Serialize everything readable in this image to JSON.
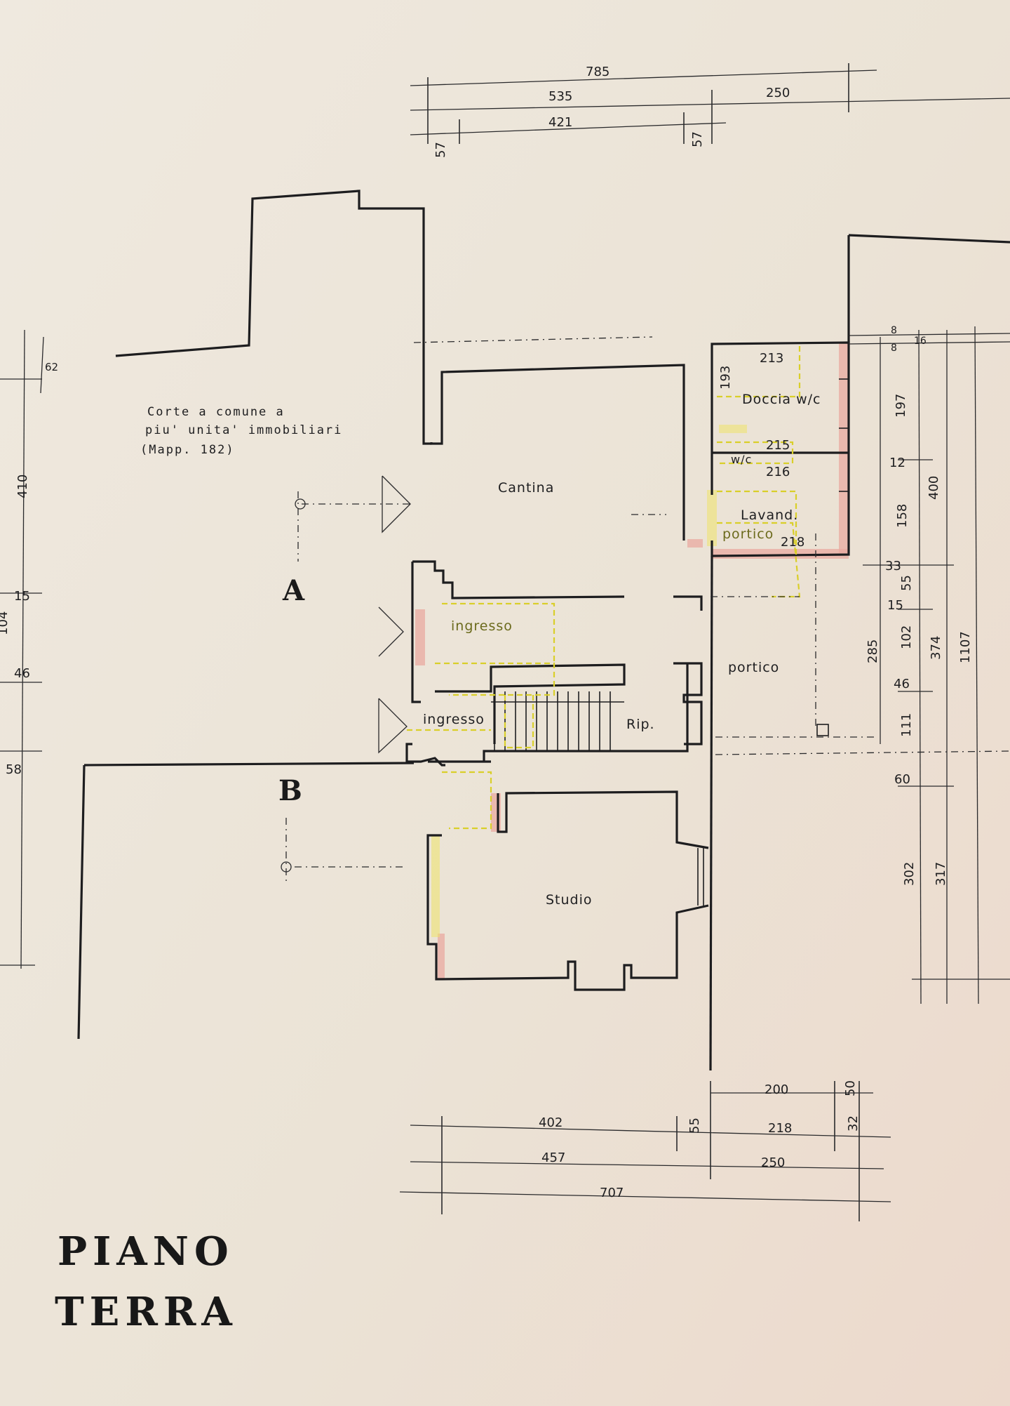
{
  "title": {
    "line1": "PIANO",
    "line2": "TERRA"
  },
  "note": {
    "line1": "Corte a comune a",
    "line2": "piu' unita' immobiliari",
    "line3": "(Mapp. 182)"
  },
  "sections": {
    "a": "A",
    "b": "B"
  },
  "rooms": {
    "cantina": "Cantina",
    "doccia_wc": "Doccia w/c",
    "wc": "w/c",
    "lavand": "Lavand.",
    "portico_small": "portico",
    "ingresso_upper": "ingresso",
    "ingresso_lower": "ingresso",
    "rip": "Rip.",
    "portico": "portico",
    "studio": "Studio"
  },
  "room_dims": {
    "d213": "213",
    "d193": "193",
    "d215": "215",
    "d216": "216",
    "d218": "218"
  },
  "dims_top": {
    "d785": "785",
    "d535": "535",
    "d250": "250",
    "d421": "421",
    "d57a": "57",
    "d57b": "57"
  },
  "dims_left": {
    "d62": "62",
    "d410": "410",
    "d15": "15",
    "d104": "104",
    "d46": "46",
    "d58": "58"
  },
  "dims_right": {
    "d8a": "8",
    "d8b": "8",
    "d16": "16",
    "d197": "197",
    "d12": "12",
    "d400": "400",
    "d158": "158",
    "d33": "33",
    "d55": "55",
    "d15": "15",
    "d285": "285",
    "d102": "102",
    "d374": "374",
    "d1107": "1107",
    "d46": "46",
    "d111": "111",
    "d60": "60",
    "d302": "302",
    "d317": "317"
  },
  "dims_bottom": {
    "d200": "200",
    "d50": "50",
    "d402": "402",
    "d55": "55",
    "d218": "218",
    "d32": "32",
    "d457": "457",
    "d250": "250",
    "d707": "707"
  }
}
